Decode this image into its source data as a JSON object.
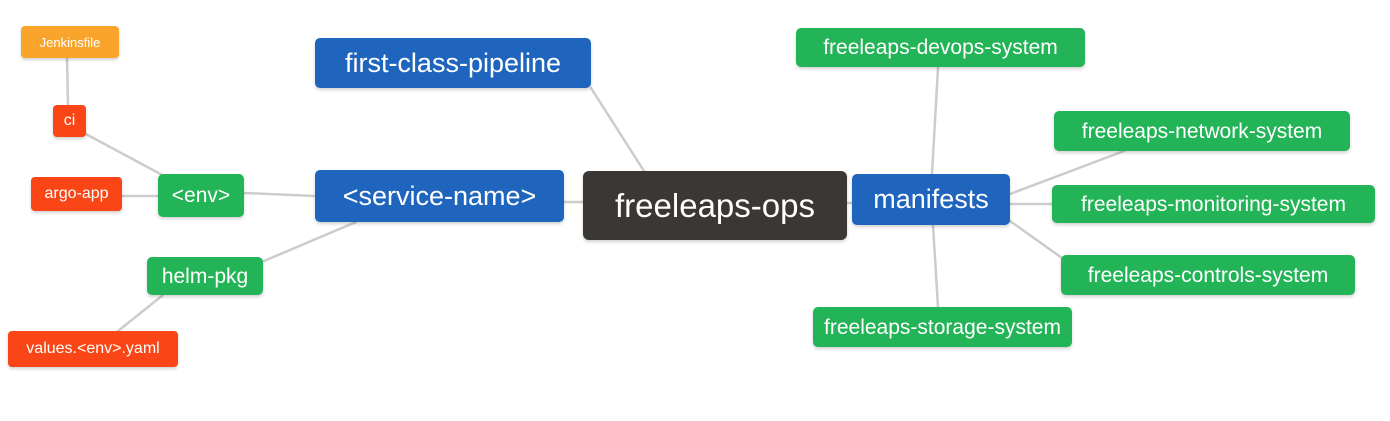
{
  "diagram": {
    "type": "mindmap",
    "root": "freeleaps-ops",
    "nodes": {
      "root": {
        "label": "freeleaps-ops",
        "level": 0,
        "color_role": "root"
      },
      "first_class_pipeline": {
        "label": "first-class-pipeline",
        "level": 1,
        "color_role": "branch_blue"
      },
      "service_name": {
        "label": "<service-name>",
        "level": 1,
        "color_role": "branch_blue"
      },
      "manifests": {
        "label": "manifests",
        "level": 1,
        "color_role": "branch_blue"
      },
      "env": {
        "label": "<env>",
        "level": 2,
        "color_role": "leaf_green"
      },
      "helm_pkg": {
        "label": "helm-pkg",
        "level": 2,
        "color_role": "leaf_green"
      },
      "argo_app": {
        "label": "argo-app",
        "level": 3,
        "color_role": "leaf_red"
      },
      "ci": {
        "label": "ci",
        "level": 3,
        "color_role": "leaf_red"
      },
      "values_env_yaml": {
        "label": "values.<env>.yaml",
        "level": 3,
        "color_role": "leaf_red"
      },
      "jenkinsfile": {
        "label": "Jenkinsfile",
        "level": 4,
        "color_role": "leaf_amber"
      },
      "devops_system": {
        "label": "freeleaps-devops-system",
        "level": 2,
        "color_role": "leaf_green"
      },
      "network_system": {
        "label": "freeleaps-network-system",
        "level": 2,
        "color_role": "leaf_green"
      },
      "monitoring_system": {
        "label": "freeleaps-monitoring-system",
        "level": 2,
        "color_role": "leaf_green"
      },
      "controls_system": {
        "label": "freeleaps-controls-system",
        "level": 2,
        "color_role": "leaf_green"
      },
      "storage_system": {
        "label": "freeleaps-storage-system",
        "level": 2,
        "color_role": "leaf_green"
      }
    },
    "edges": [
      {
        "from": "jenkinsfile",
        "to": "ci"
      },
      {
        "from": "ci",
        "to": "env"
      },
      {
        "from": "argo_app",
        "to": "env"
      },
      {
        "from": "env",
        "to": "service_name"
      },
      {
        "from": "helm_pkg",
        "to": "service_name"
      },
      {
        "from": "values_env_yaml",
        "to": "helm_pkg"
      },
      {
        "from": "first_class_pipeline",
        "to": "root"
      },
      {
        "from": "service_name",
        "to": "root"
      },
      {
        "from": "root",
        "to": "manifests"
      },
      {
        "from": "manifests",
        "to": "devops_system"
      },
      {
        "from": "manifests",
        "to": "network_system"
      },
      {
        "from": "manifests",
        "to": "monitoring_system"
      },
      {
        "from": "manifests",
        "to": "controls_system"
      },
      {
        "from": "manifests",
        "to": "storage_system"
      }
    ],
    "palette": {
      "root": "#3b3735",
      "branch_blue": "#2065bd",
      "leaf_green": "#23b457",
      "leaf_red": "#fa4616",
      "leaf_amber": "#f9a42b",
      "edge": "#cccccc",
      "text": "#ffffff",
      "background": "#ffffff"
    }
  }
}
